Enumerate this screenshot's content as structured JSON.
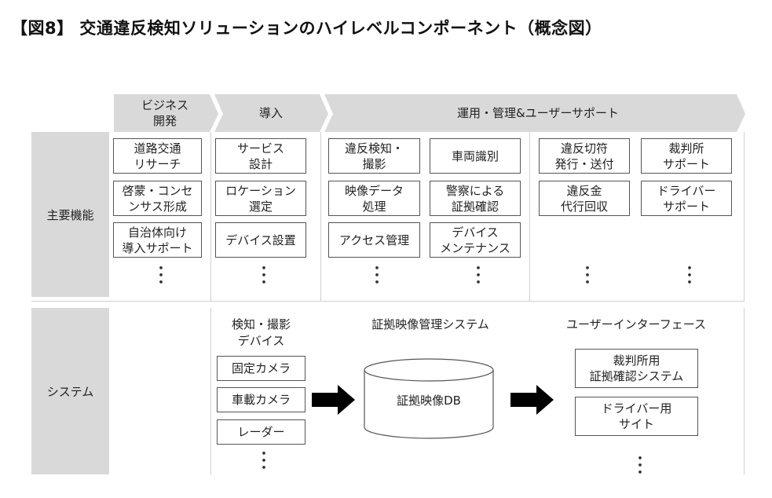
{
  "title": "【図8】 交通違反検知ソリューションのハイレベルコンポーネント（概念図）",
  "phases": [
    "ビジネス\n開発",
    "導入",
    "運用・管理&ユーザーサポート"
  ],
  "rows": {
    "main_functions": "主要機能",
    "system": "システム"
  },
  "functions": {
    "business_dev": [
      "道路交通\nリサーチ",
      "啓蒙・コンセ\nンサス形成",
      "自治体向け\n導入サポート"
    ],
    "introduction": [
      "サービス\n設計",
      "ロケーション\n選定",
      "デバイス設置"
    ],
    "operation_a": [
      "違反検知・\n撮影",
      "映像データ\n処理",
      "アクセス管理"
    ],
    "operation_b": [
      "車両識別",
      "警察による\n証拠確認",
      "デバイス\nメンテナンス"
    ],
    "operation_c": [
      "違反切符\n発行・送付",
      "違反金\n代行回収"
    ],
    "operation_d": [
      "裁判所\nサポート",
      "ドライバー\nサポート"
    ]
  },
  "system": {
    "devices_heading": "検知・撮影\nデバイス",
    "devices": [
      "固定カメラ",
      "車載カメラ",
      "レーダー"
    ],
    "evidence_heading": "証拠映像管理システム",
    "database": "証拠映像DB",
    "ui_heading": "ユーザーインターフェース",
    "interfaces": [
      "裁判所用\n証拠確認システム",
      "ドライバー用\nサイト"
    ]
  },
  "ellipsis": "・\n・\n・",
  "colors": {
    "chevron_fill": "#d9d9d9",
    "row_label_fill": "#d9d9d9",
    "box_border": "#555555",
    "arrow": "#000000"
  }
}
